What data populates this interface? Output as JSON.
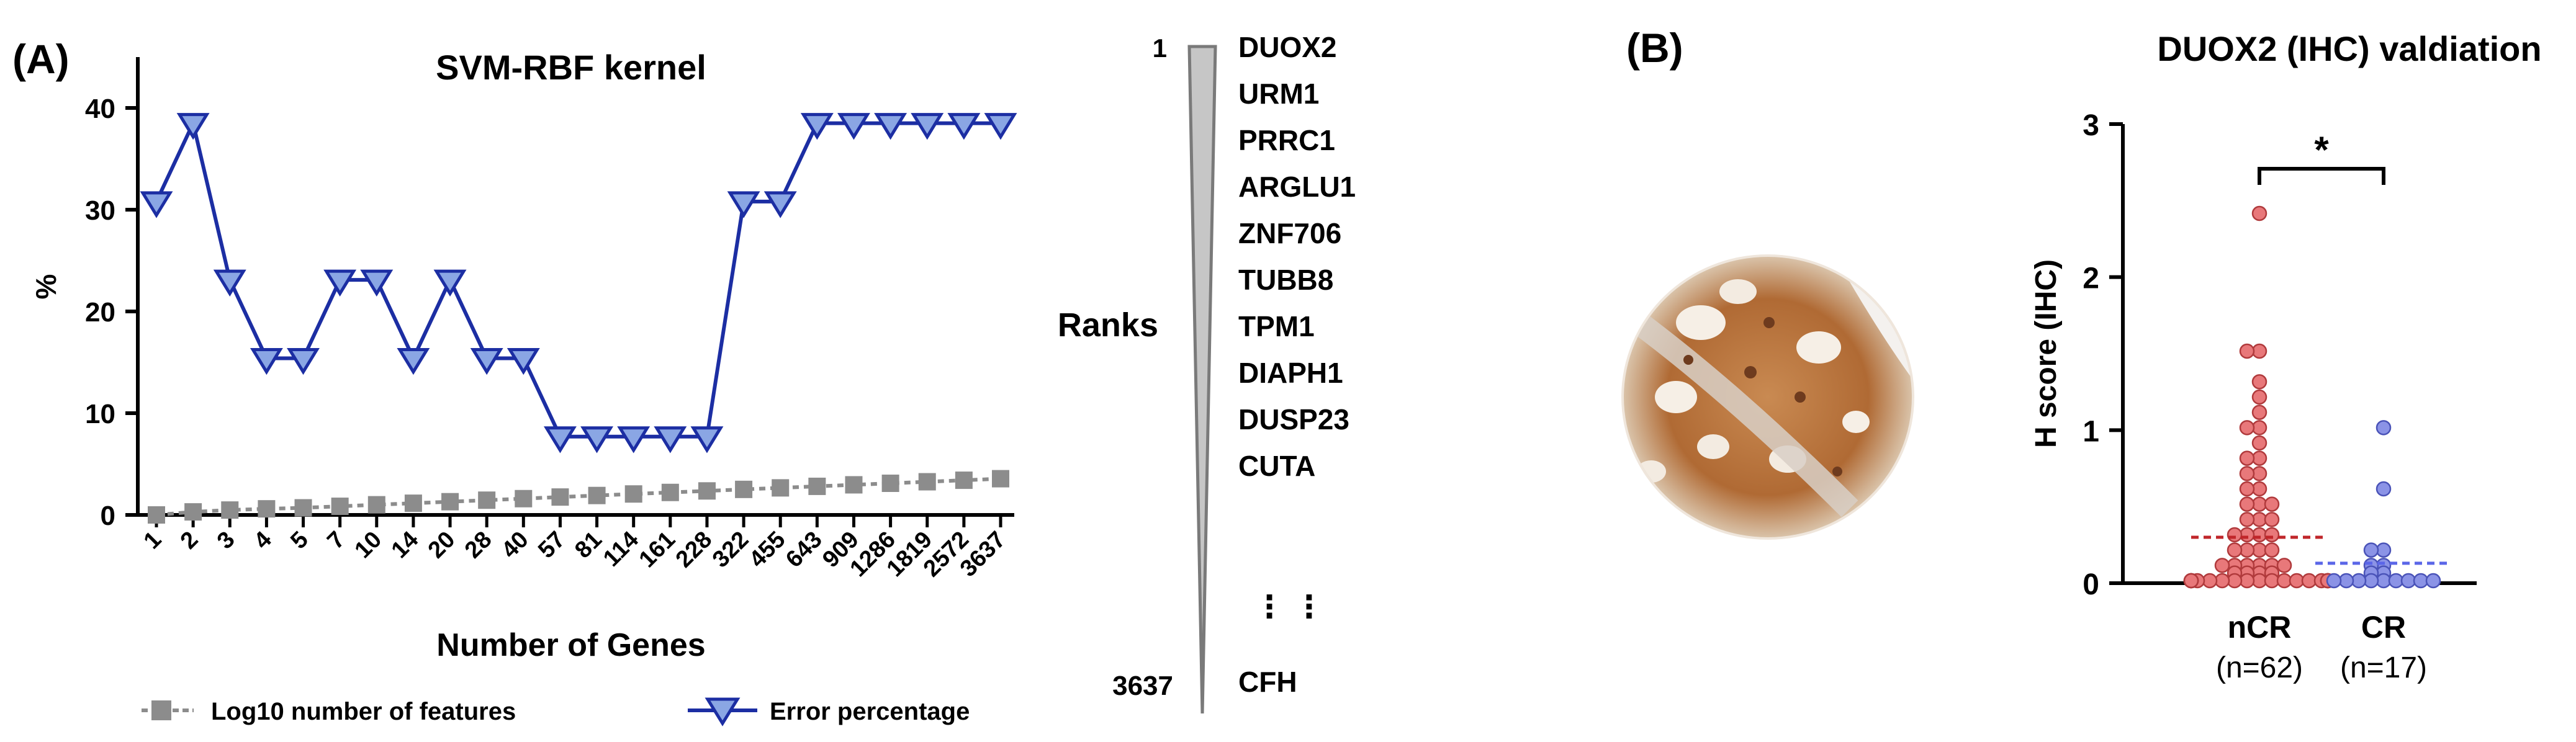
{
  "panel_a": {
    "label": "(A)",
    "chart_data": {
      "type": "line",
      "title": "SVM-RBF kernel",
      "xlabel": "Number of Genes",
      "ylabel": "%",
      "ylim": [
        0,
        45
      ],
      "yticks": [
        "0",
        "10",
        "20",
        "30",
        "40"
      ],
      "categories": [
        "1",
        "2",
        "3",
        "4",
        "5",
        "7",
        "10",
        "14",
        "20",
        "28",
        "40",
        "57",
        "81",
        "114",
        "161",
        "228",
        "322",
        "455",
        "643",
        "909",
        "1286",
        "1819",
        "2572",
        "3637"
      ],
      "series": [
        {
          "name": "Error percentage",
          "color": "#1c2ea3",
          "marker": "triangle-down",
          "values": [
            30.8,
            38.5,
            23.1,
            15.4,
            15.4,
            23.1,
            23.1,
            15.4,
            23.1,
            15.4,
            15.4,
            7.7,
            7.7,
            7.7,
            7.7,
            7.7,
            30.8,
            30.8,
            38.5,
            38.5,
            38.5,
            38.5,
            38.5,
            38.5
          ]
        },
        {
          "name": "Log10 number of features",
          "color": "#8c8c8c",
          "marker": "square",
          "values": [
            0,
            0.3,
            0.48,
            0.6,
            0.7,
            0.85,
            1.0,
            1.15,
            1.3,
            1.45,
            1.6,
            1.76,
            1.91,
            2.06,
            2.21,
            2.36,
            2.51,
            2.66,
            2.81,
            2.96,
            3.11,
            3.26,
            3.41,
            3.56
          ]
        }
      ],
      "grid": false,
      "legend": "bottom"
    }
  },
  "ranks": {
    "label": "Ranks",
    "top": "1",
    "bottom": "3637",
    "genes": [
      "DUOX2",
      "URM1",
      "PRRC1",
      "ARGLU1",
      "ZNF706",
      "TUBB8",
      "TPM1",
      "DIAPH1",
      "DUSP23",
      "CUTA"
    ],
    "ellipsis": "⋮  ⋮",
    "last_gene": "CFH"
  },
  "panel_b": {
    "label": "(B)",
    "chart_data": {
      "type": "scatter",
      "title": "DUOX2 (IHC) valdiation",
      "ylabel": "H score (IHC)",
      "ylim": [
        0,
        3
      ],
      "yticks": [
        "0",
        "1",
        "2",
        "3"
      ],
      "categories": [
        "nCR",
        "CR"
      ],
      "category_sublabels": [
        "(n=62)",
        "(n=17)"
      ],
      "series": [
        {
          "name": "nCR",
          "color": "#e8787a",
          "mean": 0.3,
          "values": [
            2.4,
            1.5,
            1.5,
            1.3,
            1.2,
            1.1,
            1.0,
            1.0,
            0.9,
            0.8,
            0.8,
            0.7,
            0.7,
            0.6,
            0.6,
            0.5,
            0.5,
            0.5,
            0.4,
            0.4,
            0.4,
            0.3,
            0.3,
            0.3,
            0.3,
            0.2,
            0.2,
            0.2,
            0.2,
            0.1,
            0.1,
            0.1,
            0.1,
            0.1,
            0.1,
            0.05,
            0.05,
            0.05,
            0.05,
            0,
            0,
            0,
            0,
            0,
            0,
            0,
            0,
            0,
            0,
            0,
            0,
            0,
            0,
            0,
            0,
            0,
            0,
            0,
            0,
            0,
            0,
            0
          ]
        },
        {
          "name": "CR",
          "color": "#8b93e6",
          "mean": 0.13,
          "values": [
            1.0,
            0.6,
            0.2,
            0.2,
            0.1,
            0.1,
            0.05,
            0.05,
            0,
            0,
            0,
            0,
            0,
            0,
            0,
            0,
            0
          ]
        }
      ],
      "significance": "*"
    }
  }
}
